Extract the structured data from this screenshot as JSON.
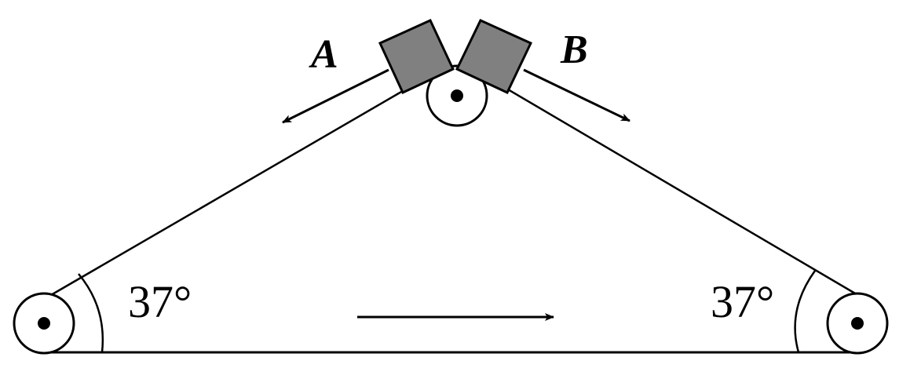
{
  "labels": {
    "block_a": "A",
    "block_b": "B",
    "angle_left": "37°",
    "angle_right": "37°"
  },
  "colors": {
    "stroke": "#000000",
    "block_fill": "#808080",
    "background": "#ffffff"
  }
}
